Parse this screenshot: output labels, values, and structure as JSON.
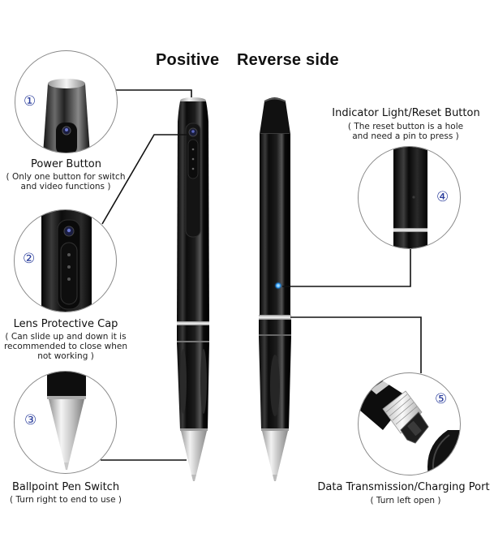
{
  "headings": {
    "positive": "Positive",
    "reverse": "Reverse side"
  },
  "callouts": [
    {
      "number": "①",
      "title": "Power Button",
      "subtitle_lines": [
        "( Only one button for switch",
        "and video functions )"
      ]
    },
    {
      "number": "②",
      "title": "Lens Protective Cap",
      "subtitle_lines": [
        "( Can slide up and down it is",
        "recommended to close when",
        "not working )"
      ]
    },
    {
      "number": "③",
      "title": "Ballpoint Pen Switch",
      "subtitle_lines": [
        "( Turn right to end to use )"
      ]
    },
    {
      "number": "④",
      "title": "Indicator Light/Reset Button",
      "subtitle_lines": [
        "( The reset button is a hole",
        "and need a pin to press )"
      ]
    },
    {
      "number": "⑤",
      "title": "Data Transmission/Charging Port",
      "subtitle_lines": [
        "( Turn left open )"
      ]
    }
  ],
  "colors": {
    "number_blue": "#2a3d9c",
    "indicator_led": "#2fa0ff",
    "pen_body": "#0d0d0d",
    "trim_silver": "#d9d9d9"
  }
}
